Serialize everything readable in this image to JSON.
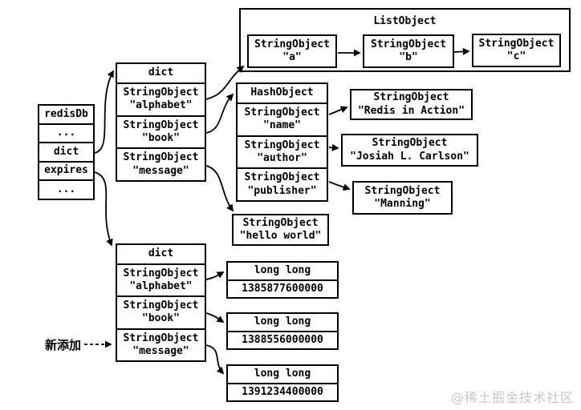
{
  "diagram": {
    "colors": {
      "line": "#000000",
      "background": "#ffffff",
      "watermark": "#c6c6c6"
    },
    "redisdb": {
      "rows": [
        "redisDb",
        "...",
        "dict",
        "expires",
        "..."
      ]
    },
    "list_object": {
      "title": "ListObject",
      "items": [
        {
          "l1": "StringObject",
          "l2": "\"a\""
        },
        {
          "l1": "StringObject",
          "l2": "\"b\""
        },
        {
          "l1": "StringObject",
          "l2": "\"c\""
        }
      ]
    },
    "dict_top": {
      "title": "dict",
      "rows": [
        {
          "l1": "StringObject",
          "l2": "\"alphabet\""
        },
        {
          "l1": "StringObject",
          "l2": "\"book\""
        },
        {
          "l1": "StringObject",
          "l2": "\"message\""
        }
      ]
    },
    "hash_object": {
      "title": "HashObject",
      "rows": [
        {
          "l1": "StringObject",
          "l2": "\"name\""
        },
        {
          "l1": "StringObject",
          "l2": "\"author\""
        },
        {
          "l1": "StringObject",
          "l2": "\"publisher\""
        }
      ]
    },
    "hash_values": [
      {
        "l1": "StringObject",
        "l2": "\"Redis in Action\""
      },
      {
        "l1": "StringObject",
        "l2": "\"Josiah L. Carlson\""
      },
      {
        "l1": "StringObject",
        "l2": "\"Manning\""
      }
    ],
    "hello_world": {
      "l1": "StringObject",
      "l2": "\"hello world\""
    },
    "dict_bottom": {
      "title": "dict",
      "rows": [
        {
          "l1": "StringObject",
          "l2": "\"alphabet\""
        },
        {
          "l1": "StringObject",
          "l2": "\"book\""
        },
        {
          "l1": "StringObject",
          "l2": "\"message\""
        }
      ]
    },
    "long_values": [
      {
        "type": "long long",
        "value": "1385877600000"
      },
      {
        "type": "long long",
        "value": "1388556000000"
      },
      {
        "type": "long long",
        "value": "1391234400000"
      }
    ],
    "annotation": {
      "label": "新添加"
    },
    "watermark": "@稀土掘金技术社区"
  }
}
